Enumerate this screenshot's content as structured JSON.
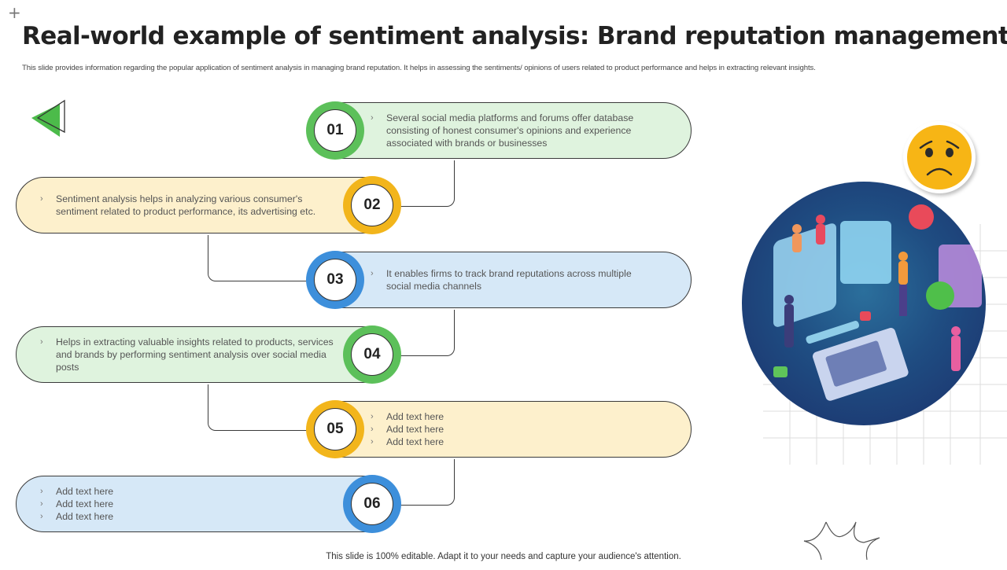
{
  "slide": {
    "title": "Real-world example of sentiment analysis: Brand reputation management",
    "subtitle": "This slide provides information regarding the popular application of sentiment analysis in managing brand reputation. It helps in assessing the sentiments/ opinions of users related to product performance and helps in extracting relevant insights.",
    "footer": "This slide is 100% editable. Adapt it to your needs and capture your audience's attention.",
    "add_icon": "+"
  },
  "colors": {
    "green": "#5cc05a",
    "yellow": "#f2b51b",
    "blue": "#3d8fdb",
    "green_fill": "#dff3de",
    "yellow_fill": "#fdf0cc",
    "blue_fill": "#d6e8f7"
  },
  "steps": [
    {
      "number": "01",
      "color": "green",
      "bullets": [
        "Several social media platforms and forums offer database consisting of honest consumer's opinions and experience associated with brands or businesses"
      ]
    },
    {
      "number": "02",
      "color": "yellow",
      "bullets": [
        "Sentiment analysis helps in analyzing various consumer's sentiment related to product performance, its advertising etc."
      ]
    },
    {
      "number": "03",
      "color": "blue",
      "bullets": [
        "It enables firms to track brand reputations across multiple social media channels"
      ]
    },
    {
      "number": "04",
      "color": "green",
      "bullets": [
        "Helps in extracting valuable insights related to products, services and brands by performing sentiment analysis over social media posts"
      ]
    },
    {
      "number": "05",
      "color": "yellow",
      "bullets": [
        "Add text here",
        "Add text here",
        "Add text here"
      ]
    },
    {
      "number": "06",
      "color": "blue",
      "bullets": [
        "Add text here",
        "Add text here",
        "Add text here"
      ]
    }
  ],
  "bullet_glyph": "›",
  "icons": {
    "decor_triangle": "triangle-icon",
    "sad_face": "sad-emoji-icon",
    "illustration": "isometric-team-illustration",
    "burst": "burst-shape"
  }
}
